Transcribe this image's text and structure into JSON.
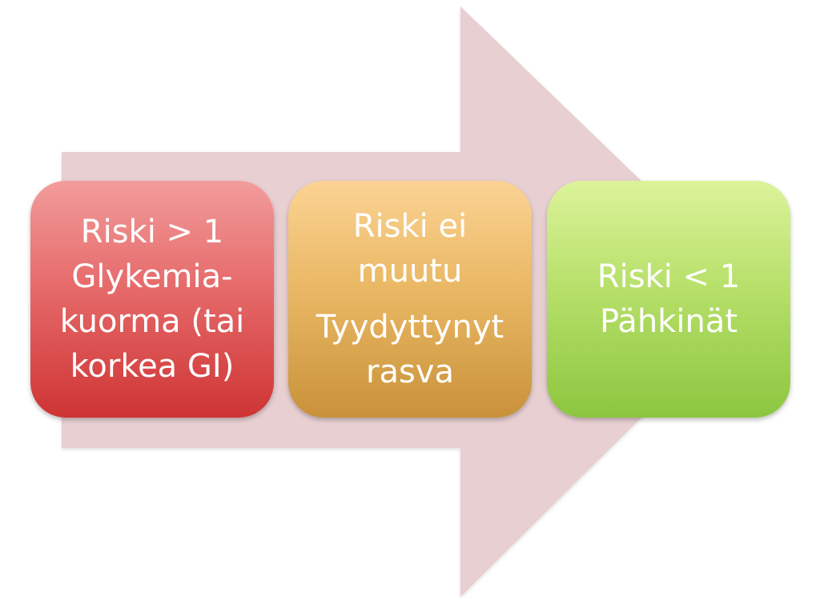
{
  "diagram": {
    "arrow_color": "#e8cfd2",
    "boxes": [
      {
        "id": "left",
        "color": "#e05454",
        "lines": [
          "Riski > 1",
          "Glykemia-",
          "kuorma (tai",
          "korkea GI)"
        ]
      },
      {
        "id": "middle",
        "color": "#e3ab55",
        "heading_lines": [
          "Riski ei",
          "muutu"
        ],
        "body_lines": [
          "Tyydyttynyt",
          "rasva"
        ]
      },
      {
        "id": "right",
        "color": "#a6d55a",
        "lines": [
          "Riski < 1",
          "Pähkinät"
        ]
      }
    ]
  }
}
